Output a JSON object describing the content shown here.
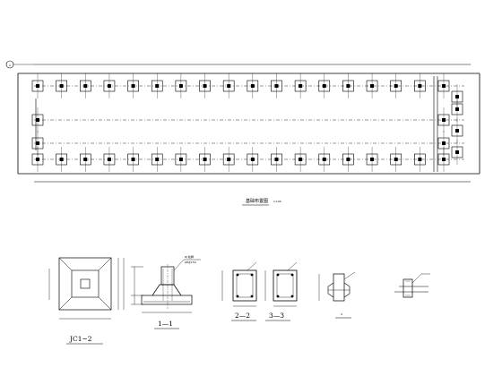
{
  "plan": {
    "title": "基础布置图",
    "scale": "1:100",
    "grid_marker": "A",
    "column_count": 18
  },
  "details": {
    "jc_label": "JC1~2",
    "section_1_label": "1—1",
    "section_2_label": "2—2",
    "section_3_label": "3—3",
    "section_4_label": "4",
    "note_1": "ZJ 柱脚",
    "note_2": "φ8@150"
  }
}
